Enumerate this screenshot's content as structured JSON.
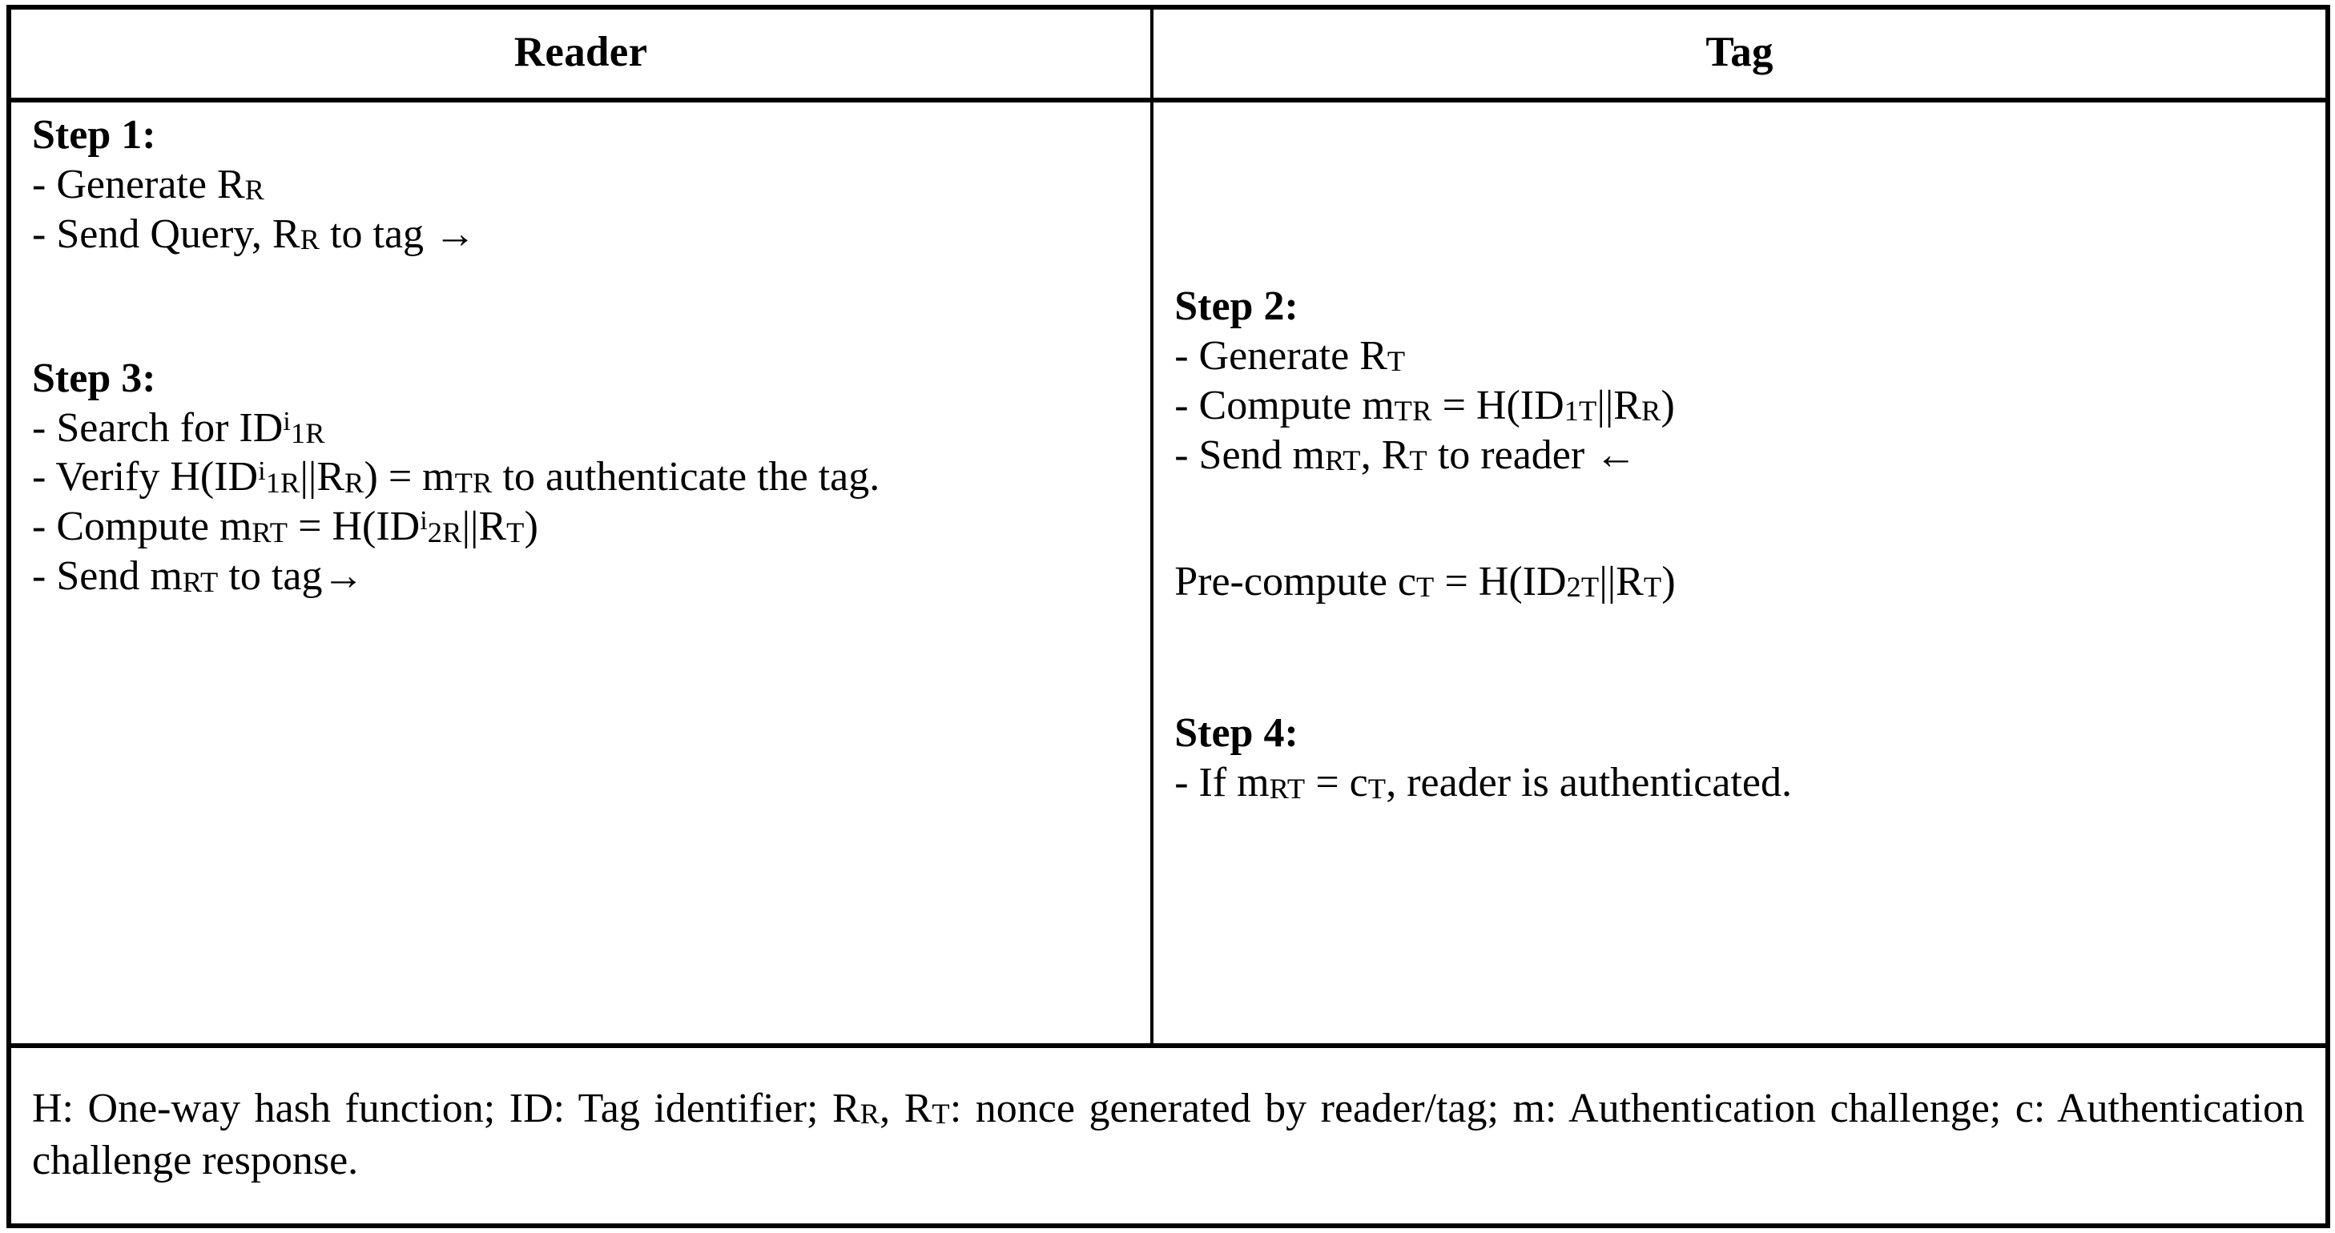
{
  "table": {
    "headers": {
      "reader": "Reader",
      "tag": "Tag"
    },
    "reader_column": {
      "step1": {
        "title": "Step 1:",
        "lines": [
          {
            "prefix": "- Generate R",
            "sub": "R",
            "suffix": ""
          },
          {
            "prefix": "- Send Query, R",
            "sub": "R",
            "suffix": " to tag →"
          }
        ]
      },
      "step3": {
        "title": "Step 3:",
        "line_search": {
          "prefix": "- Search for ID",
          "sup": "i",
          "sub": "1R",
          "suffix": ""
        },
        "line_verify": {
          "t1": "- Verify  H(ID",
          "sup1": "i",
          "sub1": "1R",
          "t2": "||R",
          "sub2": "R",
          "t3": ") = m",
          "sub3": "TR",
          "t4": " to authenticate the tag."
        },
        "line_compute": {
          "t1": "- Compute m",
          "sub1": "RT",
          "t2": " = H(ID",
          "sup1": "i",
          "sub2": "2R",
          "t3": "||R",
          "sub3": "T",
          "t4": ")"
        },
        "line_send": {
          "t1": "- Send m",
          "sub1": "RT",
          "t2": " to tag→"
        }
      }
    },
    "tag_column": {
      "step2": {
        "title": "Step 2:",
        "line_generate": {
          "t1": "- Generate R",
          "sub1": "T",
          "t2": ""
        },
        "line_compute": {
          "t1": "- Compute m",
          "sub1": "TR",
          "t2": " = H(ID",
          "sub2": "1T",
          "t3": "||R",
          "sub3": "R",
          "t4": ")"
        },
        "line_send": {
          "t1": "- Send m",
          "sub1": "RT",
          "t2": ", R",
          "sub2": "T",
          "t3": " to reader ←"
        }
      },
      "precompute": {
        "t1": "Pre-compute c",
        "sub1": "T",
        "t2": " = H(ID",
        "sub2": "2T",
        "t3": "||R",
        "sub3": "T",
        "t4": ")"
      },
      "step4": {
        "title": "Step 4:",
        "line_if": {
          "t1": "- If m",
          "sub1": "RT",
          "t2": " = c",
          "sub2": "T",
          "t3": ", reader is authenticated."
        }
      }
    },
    "footer": {
      "t1": "H: One-way hash function; ID: Tag identifier; R",
      "sub1": "R",
      "t2": ", R",
      "sub2": "T",
      "t3": ": nonce generated by reader/tag; m: Authentication challenge; c: Authentication challenge response."
    }
  },
  "colors": {
    "border": "#000000",
    "text": "#000000",
    "background": "#ffffff"
  }
}
